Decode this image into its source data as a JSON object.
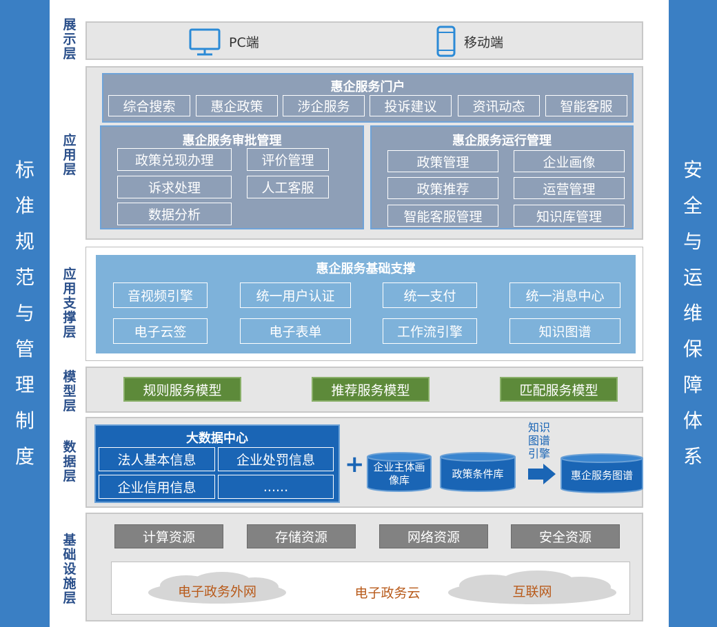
{
  "left_pillar": "标准规范与管理制度",
  "right_pillar": "安全与运维保障体系",
  "layers": {
    "display": {
      "label": "展示层",
      "pc": "PC端",
      "mobile": "移动端",
      "pc_icon": "monitor-icon",
      "mobile_icon": "phone-icon"
    },
    "application": {
      "label": "应用层",
      "portal": {
        "title": "惠企服务门户",
        "items": [
          "综合搜索",
          "惠企政策",
          "涉企服务",
          "投诉建议",
          "资讯动态",
          "智能客服"
        ]
      },
      "approval": {
        "title": "惠企服务审批管理",
        "items": [
          "政策兑现办理",
          "评价管理",
          "诉求处理",
          "人工客服",
          "数据分析"
        ]
      },
      "operation": {
        "title": "惠企服务运行管理",
        "items": [
          "政策管理",
          "企业画像",
          "政策推荐",
          "运营管理",
          "智能客服管理",
          "知识库管理"
        ]
      }
    },
    "support": {
      "label": "应用支撑层",
      "title": "惠企服务基础支撑",
      "items": [
        "音视频引擎",
        "统一用户认证",
        "统一支付",
        "统一消息中心",
        "电子云签",
        "电子表单",
        "工作流引擎",
        "知识图谱"
      ]
    },
    "model": {
      "label": "模型层",
      "items": [
        "规则服务模型",
        "推荐服务模型",
        "匹配服务模型"
      ]
    },
    "data": {
      "label": "数据层",
      "center_title": "大数据中心",
      "center_items": [
        "法人基本信息",
        "企业处罚信息",
        "企业信用信息",
        "......"
      ],
      "plus": "+",
      "db1": "企业主体画像库",
      "db2": "政策条件库",
      "engine": "知识图谱引擎",
      "db3": "惠企服务图谱"
    },
    "infra": {
      "label": "基础设施层",
      "resources": [
        "计算资源",
        "存储资源",
        "网络资源",
        "安全资源"
      ],
      "clouds": {
        "left": "电子政务外网",
        "center": "电子政务云",
        "right": "互联网"
      }
    }
  },
  "colors": {
    "pillar": "#3a7fc4",
    "label": "#2a4f8a",
    "portal": "#8e9fb7",
    "support": "#7eb2da",
    "model": "#5d8a3a",
    "bigdata": "#1a65b5",
    "resource": "#828282",
    "cloud_text": "#b85a1a"
  }
}
